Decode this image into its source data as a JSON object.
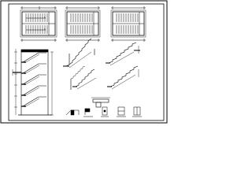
{
  "drawing": {
    "kind": "stair structural construction sheet",
    "line_color": "#000000",
    "background_color": "#ffffff",
    "plans": [
      "stair-plan-a",
      "stair-plan-b",
      "stair-plan-c"
    ],
    "details": [
      "stair-section-view",
      "stair-flight-detail-1",
      "stair-flight-detail-2",
      "stair-flight-detail-3",
      "stair-flight-detail-4",
      "landing-beam-detail",
      "section-detail-1",
      "section-detail-2",
      "section-detail-3",
      "section-detail-4",
      "section-detail-5"
    ]
  }
}
